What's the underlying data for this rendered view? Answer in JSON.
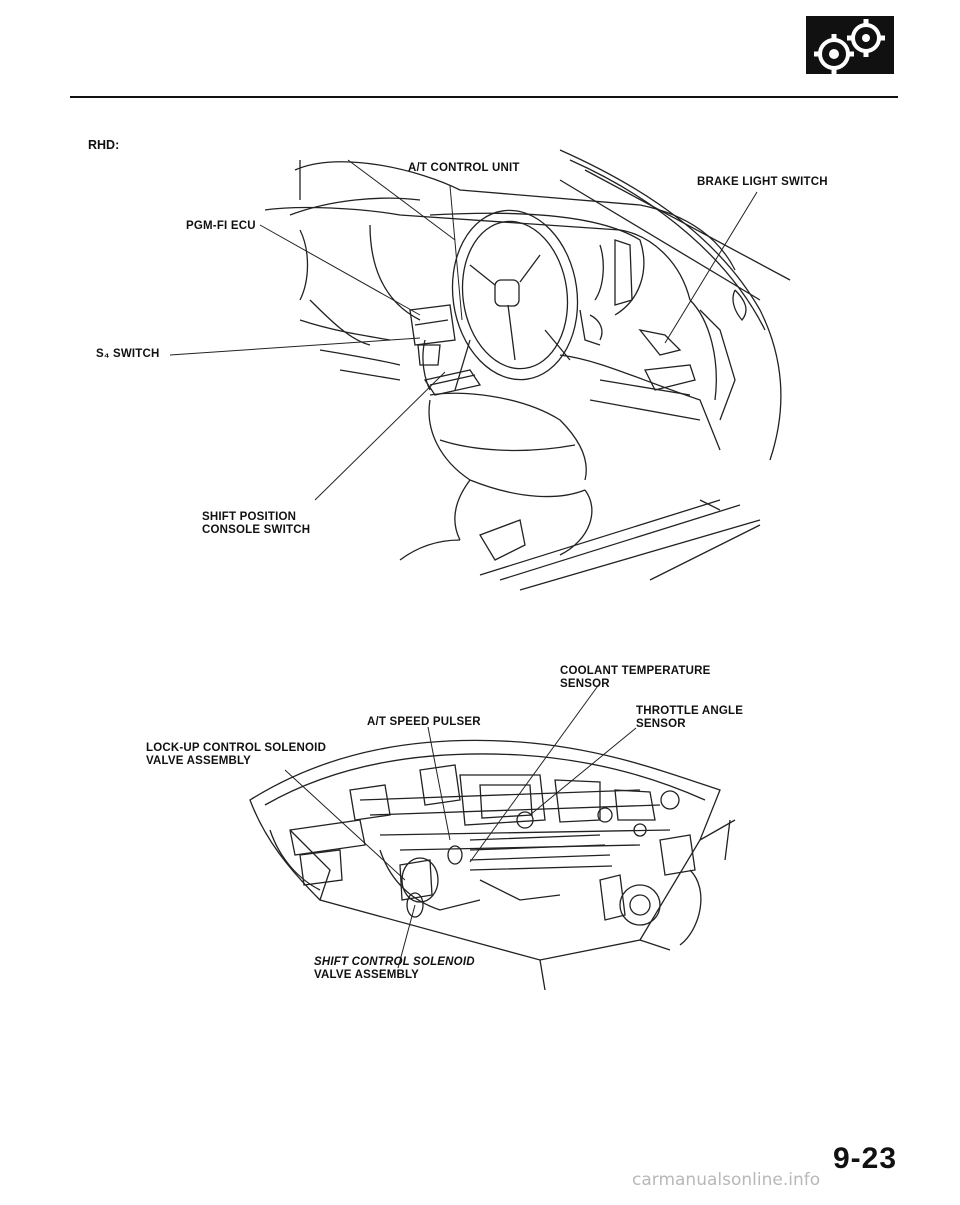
{
  "section_title": "RHD:",
  "cockpit_labels": {
    "at_control_unit": "A/T CONTROL UNIT",
    "brake_light_switch": "BRAKE LIGHT SWITCH",
    "pgm_fi_ecu": "PGM-FI ECU",
    "s4_switch": "S₄ SWITCH",
    "shift_position_line1": "SHIFT POSITION",
    "shift_position_line2": "CONSOLE SWITCH"
  },
  "engine_labels": {
    "coolant_line1": "COOLANT TEMPERATURE",
    "coolant_line2": "SENSOR",
    "throttle_line1": "THROTTLE ANGLE",
    "throttle_line2": "SENSOR",
    "at_speed_pulser": "A/T SPEED PULSER",
    "lockup_line1": "LOCK-UP CONTROL SOLENOID",
    "lockup_line2": "VALVE ASSEMBLY",
    "shift_control_line1": "SHIFT CONTROL SOLENOID",
    "shift_control_line2": "VALVE ASSEMBLY"
  },
  "page_number": "9-23",
  "footer_text": "carmanualsonline.info",
  "icons": {
    "corner": "gears-icon"
  }
}
